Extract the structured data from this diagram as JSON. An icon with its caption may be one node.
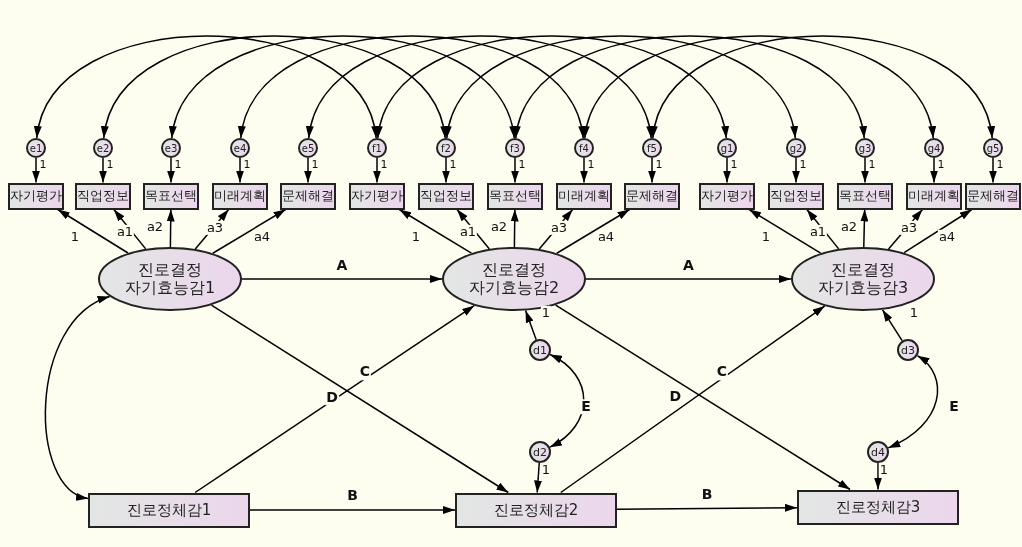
{
  "diagram": {
    "nodes": [
      {
        "text": [
          "e1"
        ]
      },
      {
        "text": [
          "e2"
        ]
      },
      {
        "text": [
          "e3"
        ]
      },
      {
        "text": [
          "e4"
        ]
      },
      {
        "text": [
          "e5"
        ]
      },
      {
        "text": [
          "f1"
        ]
      },
      {
        "text": [
          "f2"
        ]
      },
      {
        "text": [
          "f3"
        ]
      },
      {
        "text": [
          "f4"
        ]
      },
      {
        "text": [
          "f5"
        ]
      },
      {
        "text": [
          "g1"
        ]
      },
      {
        "text": [
          "g2"
        ]
      },
      {
        "text": [
          "g3"
        ]
      },
      {
        "text": [
          "g4"
        ]
      },
      {
        "text": [
          "g5"
        ]
      },
      {
        "text": [
          "자기평가"
        ]
      },
      {
        "text": [
          "직업정보"
        ]
      },
      {
        "text": [
          "목표선택"
        ]
      },
      {
        "text": [
          "미래계획"
        ]
      },
      {
        "text": [
          "문제해결"
        ]
      },
      {
        "text": [
          "자기평가"
        ]
      },
      {
        "text": [
          "직업정보"
        ]
      },
      {
        "text": [
          "목표선택"
        ]
      },
      {
        "text": [
          "미래계획"
        ]
      },
      {
        "text": [
          "문제해결"
        ]
      },
      {
        "text": [
          "자기평가"
        ]
      },
      {
        "text": [
          "직업정보"
        ]
      },
      {
        "text": [
          "목표선택"
        ]
      },
      {
        "text": [
          "미래계획"
        ]
      },
      {
        "text": [
          "문제해결"
        ]
      },
      {
        "text": [
          "진로결정 자기효능감1"
        ]
      },
      {
        "text": [
          "진로결정 자기효능감2"
        ]
      },
      {
        "text": [
          "진로결정 자기효능감3"
        ]
      },
      {
        "text": [
          "d1"
        ]
      },
      {
        "text": [
          "d3"
        ]
      },
      {
        "text": [
          "d2"
        ]
      },
      {
        "text": [
          "d4"
        ]
      },
      {
        "text": [
          "진로정체감1"
        ]
      },
      {
        "text": [
          "진로정체감2"
        ]
      },
      {
        "text": [
          "진로정체감3"
        ]
      }
    ],
    "edges": [
      {
        "from": 0,
        "to": 15,
        "arrow": "to",
        "label": "1"
      },
      {
        "from": 1,
        "to": 16,
        "arrow": "to",
        "label": "1"
      },
      {
        "from": 2,
        "to": 17,
        "arrow": "to",
        "label": "1"
      },
      {
        "from": 3,
        "to": 18,
        "arrow": "to",
        "label": "1"
      },
      {
        "from": 4,
        "to": 19,
        "arrow": "to",
        "label": "1"
      },
      {
        "from": 5,
        "to": 20,
        "arrow": "to",
        "label": "1"
      },
      {
        "from": 6,
        "to": 21,
        "arrow": "to",
        "label": "1"
      },
      {
        "from": 7,
        "to": 22,
        "arrow": "to",
        "label": "1"
      },
      {
        "from": 8,
        "to": 23,
        "arrow": "to",
        "label": "1"
      },
      {
        "from": 9,
        "to": 24,
        "arrow": "to",
        "label": "1"
      },
      {
        "from": 10,
        "to": 25,
        "arrow": "to",
        "label": "1"
      },
      {
        "from": 11,
        "to": 26,
        "arrow": "to",
        "label": "1"
      },
      {
        "from": 12,
        "to": 27,
        "arrow": "to",
        "label": "1"
      },
      {
        "from": 13,
        "to": 28,
        "arrow": "to",
        "label": "1"
      },
      {
        "from": 14,
        "to": 29,
        "arrow": "to",
        "label": "1"
      },
      {
        "from": 30,
        "to": 15,
        "arrow": "to",
        "label": "1"
      },
      {
        "from": 30,
        "to": 16,
        "arrow": "to",
        "label": "a1"
      },
      {
        "from": 30,
        "to": 17,
        "arrow": "to",
        "label": "a2"
      },
      {
        "from": 30,
        "to": 18,
        "arrow": "to",
        "label": "a3"
      },
      {
        "from": 30,
        "to": 19,
        "arrow": "to",
        "label": "a4"
      },
      {
        "from": 31,
        "to": 20,
        "arrow": "to",
        "label": "1"
      },
      {
        "from": 31,
        "to": 21,
        "arrow": "to",
        "label": "a1"
      },
      {
        "from": 31,
        "to": 22,
        "arrow": "to",
        "label": "a2"
      },
      {
        "from": 31,
        "to": 23,
        "arrow": "to",
        "label": "a3"
      },
      {
        "from": 31,
        "to": 24,
        "arrow": "to",
        "label": "a4"
      },
      {
        "from": 32,
        "to": 25,
        "arrow": "to",
        "label": "1"
      },
      {
        "from": 32,
        "to": 26,
        "arrow": "to",
        "label": "a1"
      },
      {
        "from": 32,
        "to": 27,
        "arrow": "to",
        "label": "a2"
      },
      {
        "from": 32,
        "to": 28,
        "arrow": "to",
        "label": "a3"
      },
      {
        "from": 32,
        "to": 29,
        "arrow": "to",
        "label": "a4"
      },
      {
        "from": 30,
        "to": 31,
        "arrow": "to",
        "label": "A"
      },
      {
        "from": 31,
        "to": 32,
        "arrow": "to",
        "label": "A"
      },
      {
        "from": 37,
        "to": 38,
        "arrow": "to",
        "label": "B"
      },
      {
        "from": 38,
        "to": 39,
        "arrow": "to",
        "label": "B"
      },
      {
        "from": 37,
        "to": 31,
        "arrow": "to",
        "label": "C"
      },
      {
        "from": 30,
        "to": 38,
        "arrow": "to",
        "label": "D"
      },
      {
        "from": 38,
        "to": 32,
        "arrow": "to",
        "label": "C"
      },
      {
        "from": 31,
        "to": 39,
        "arrow": "to",
        "label": "D"
      },
      {
        "from": 30,
        "to": 37,
        "arrow": "both"
      },
      {
        "from": 33,
        "to": 31,
        "arrow": "to",
        "label": "1"
      },
      {
        "from": 35,
        "to": 38,
        "arrow": "to",
        "label": "1"
      },
      {
        "from": 33,
        "to": 35,
        "arrow": "both",
        "label": "E"
      },
      {
        "from": 34,
        "to": 32,
        "arrow": "to",
        "label": "1"
      },
      {
        "from": 36,
        "to": 39,
        "arrow": "to",
        "label": "1"
      },
      {
        "from": 34,
        "to": 36,
        "arrow": "both",
        "label": "E"
      },
      {
        "from": 0,
        "to": 5,
        "arrow": "both"
      },
      {
        "from": 1,
        "to": 6,
        "arrow": "both"
      },
      {
        "from": 2,
        "to": 7,
        "arrow": "both"
      },
      {
        "from": 3,
        "to": 8,
        "arrow": "both"
      },
      {
        "from": 4,
        "to": 9,
        "arrow": "both"
      },
      {
        "from": 5,
        "to": 10,
        "arrow": "both"
      },
      {
        "from": 6,
        "to": 11,
        "arrow": "both"
      },
      {
        "from": 7,
        "to": 12,
        "arrow": "both"
      },
      {
        "from": 8,
        "to": 13,
        "arrow": "both"
      },
      {
        "from": 9,
        "to": 14,
        "arrow": "both"
      }
    ]
  }
}
